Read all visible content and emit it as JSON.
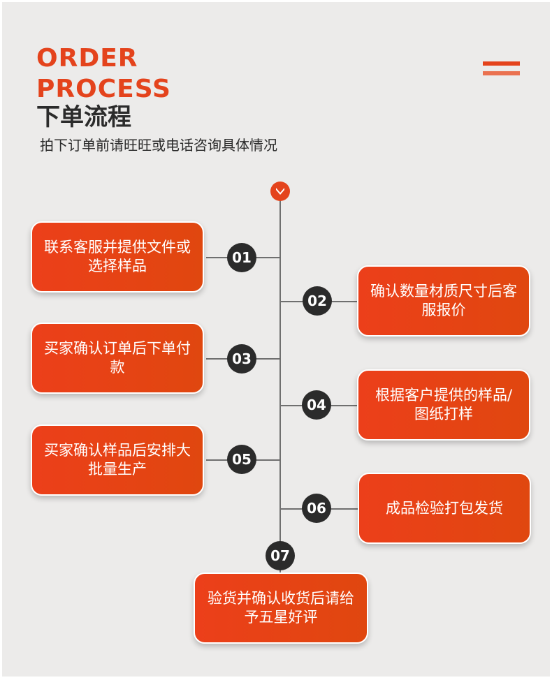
{
  "header": {
    "title_en_line1": "ORDER",
    "title_en_line2": "PROCESS",
    "title_cn": "下单流程",
    "subtitle": "拍下订单前请旺旺或电话咨询具体情况"
  },
  "colors": {
    "accent": "#e4431c",
    "step_circle": "#2b2b2b",
    "background": "#ecebea"
  },
  "steps": [
    {
      "number": "01",
      "text": "联系客服并提供文件或选择样品"
    },
    {
      "number": "02",
      "text": "确认数量材质尺寸后客服报价"
    },
    {
      "number": "03",
      "text": "买家确认订单后下单付款"
    },
    {
      "number": "04",
      "text": "根据客户提供的样品/图纸打样"
    },
    {
      "number": "05",
      "text": "买家确认样品后安排大批量生产"
    },
    {
      "number": "06",
      "text": "成品检验打包发货"
    },
    {
      "number": "07",
      "text": "验货并确认收货后请给予五星好评"
    }
  ]
}
